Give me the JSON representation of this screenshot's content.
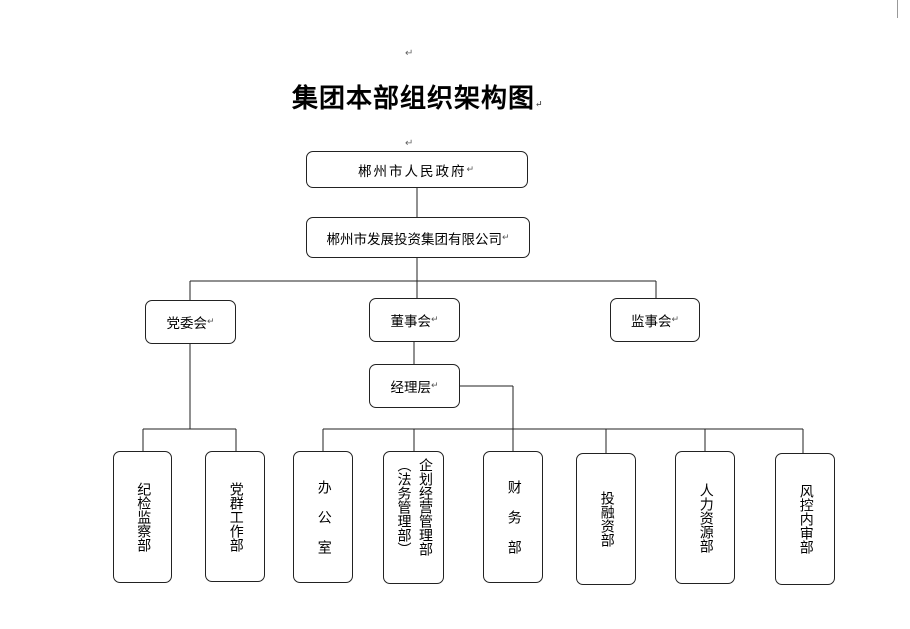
{
  "title": "集团本部组织架构图",
  "paragraph_mark": "↵",
  "level1": "郴州市人民政府",
  "level2": "郴州市发展投资集团有限公司",
  "committees": {
    "party": "党委会",
    "board": "董事会",
    "supervisory": "监事会"
  },
  "management": "经理层",
  "departments": {
    "discipline": "纪检监察部",
    "party_affairs": "党群工作部",
    "office": "办 公 室",
    "planning_col1": "企划经营管理部",
    "planning_col2": "（法务管理部）",
    "finance": "财 务 部",
    "investment": "投融资部",
    "hr": "人力资源部",
    "risk": "风控内审部"
  }
}
